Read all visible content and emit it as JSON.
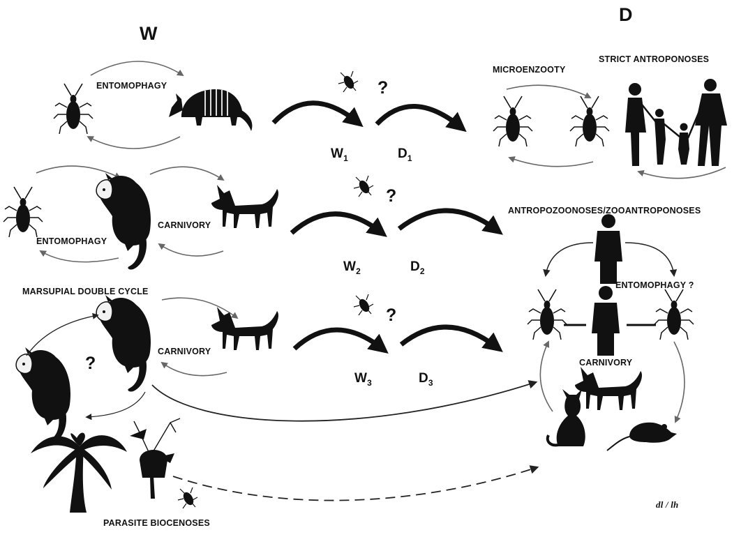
{
  "headers": {
    "wild": "W",
    "domestic": "D"
  },
  "labels": {
    "entomophagy_top": "ENTOMOPHAGY",
    "entomophagy_mid": "ENTOMOPHAGY",
    "carnivory_mid": "CARNIVORY",
    "carnivory_low": "CARNIVORY",
    "marsupial_double_cycle": "MARSUPIAL DOUBLE CYCLE",
    "parasite_biocenoses": "PARASITE BIOCENOSES",
    "microenzooty": "MICROENZOOTY",
    "strict_antroponoses": "STRICT ANTROPONOSES",
    "antropozoonoses": "ANTROPOZOONOSES/ZOOANTROPONOSES",
    "entomophagy_domestic": "ENTOMOPHAGY ?",
    "carnivory_domestic": "CARNIVORY",
    "question": "?",
    "signature": "dl / lh"
  },
  "transitions": [
    {
      "w": "W",
      "w_sub": "1",
      "d": "D",
      "d_sub": "1"
    },
    {
      "w": "W",
      "w_sub": "2",
      "d": "D",
      "d_sub": "2"
    },
    {
      "w": "W",
      "w_sub": "3",
      "d": "D",
      "d_sub": "3"
    }
  ],
  "colors": {
    "ink": "#111111",
    "cycle_arrow": "#666666"
  }
}
